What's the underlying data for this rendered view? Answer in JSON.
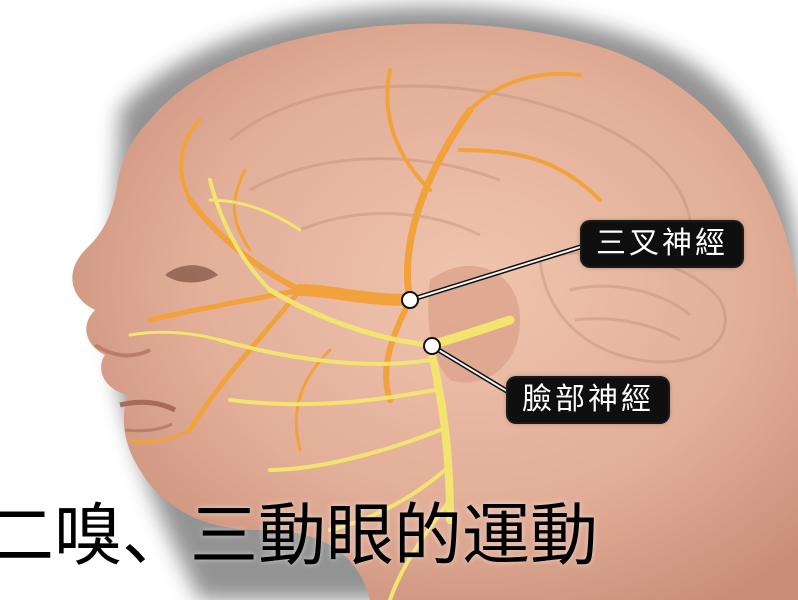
{
  "labels": {
    "trigeminal": "三叉神經",
    "facial": "臉部神經"
  },
  "caption": "二嗅、三動眼的運動",
  "colors": {
    "skin": "#e7b59f",
    "skin_shadow": "#c98e78",
    "trigeminal_nerve": "#f2a23a",
    "facial_nerve": "#f2e46e",
    "label_bg": "#0f0f0f",
    "label_text": "#ffffff"
  }
}
